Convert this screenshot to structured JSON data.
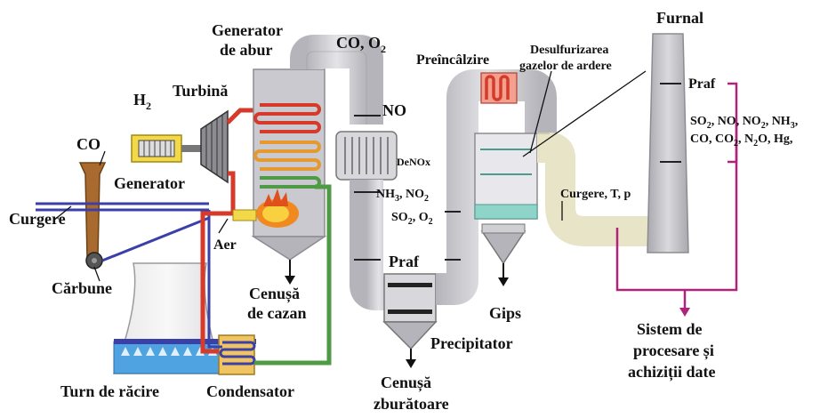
{
  "labels": {
    "generator_abur": [
      "Generator",
      "de abur"
    ],
    "co_o2": [
      "CO, O",
      "2"
    ],
    "preincalzire": "Preîncâlzire",
    "desulfurizare": [
      "Desulfurizarea",
      "gazelor de ardere"
    ],
    "furnal": "Furnal",
    "h2": [
      "H",
      "2"
    ],
    "turbina": "Turbină",
    "co": "CO",
    "generator": "Generator",
    "curgere": "Curgere",
    "aer": "Aer",
    "carbune": "Cărbune",
    "cenusa_cazan": [
      "Cenușă",
      "de cazan"
    ],
    "turn_racire": "Turn de răcire",
    "condensator": "Condensator",
    "no": "NO",
    "denox": "DeNOx",
    "nh3_no2": [
      "NH",
      "3",
      ", NO",
      "2"
    ],
    "so2_o2": [
      "SO",
      "2",
      ", O",
      "2"
    ],
    "praf_duct": "Praf",
    "precipitator": "Precipitator",
    "cenusa_zburatoare": [
      "Cenușă",
      "zburătoare"
    ],
    "gips": "Gips",
    "curgere_t_p": "Curgere, T, p",
    "praf_stack": "Praf",
    "stack_gases_line1": [
      "SO",
      "2",
      ", NO, NO",
      "2",
      ", NH",
      "3",
      ","
    ],
    "stack_gases_line2": [
      "CO, CO",
      "2",
      ", N",
      "2",
      "O, Hg,"
    ],
    "sistem": [
      "Sistem de",
      "procesare și",
      "achiziții date"
    ]
  },
  "colors": {
    "duct": "#c8c8cc",
    "steam_red": "#d63a2a",
    "water_blue": "#3b3fa8",
    "green_return": "#4f9a45",
    "magenta": "#b0237d",
    "coal_brown": "#a86a2e",
    "generator_yellow": "#f3d94a"
  }
}
